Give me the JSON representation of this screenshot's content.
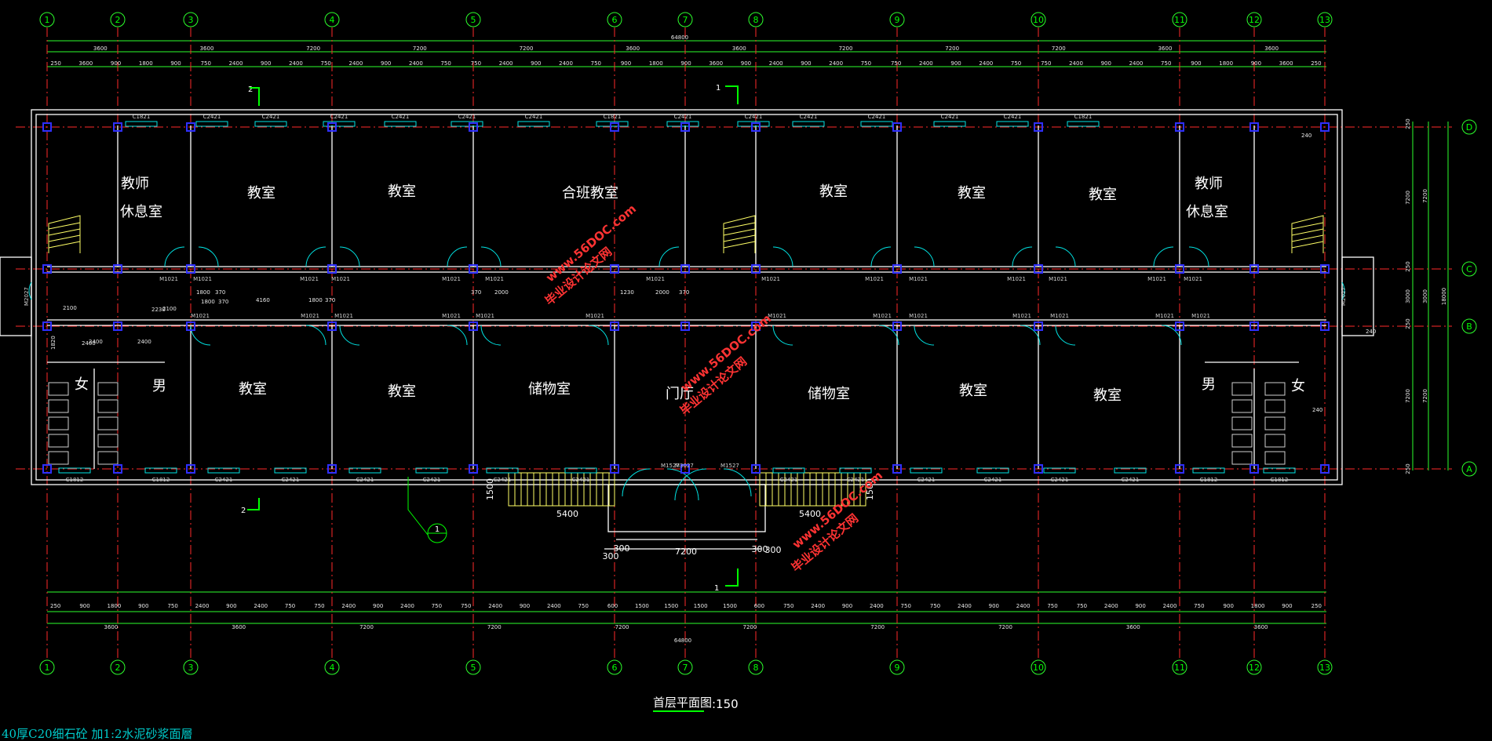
{
  "title": "首层平面图",
  "scale_label": ":150",
  "note": "40厚C20细石砼 加1:2水泥砂浆面層",
  "axes_x": [
    "1",
    "2",
    "3",
    "4",
    "5",
    "6",
    "7",
    "8",
    "9",
    "10",
    "11",
    "12",
    "13"
  ],
  "axes_y": [
    "D",
    "C",
    "B",
    "A"
  ],
  "overall_dim": "64800",
  "dims_top_row1": [
    "3600",
    "3600",
    "7200",
    "7200",
    "7200",
    "3600",
    "3600",
    "7200",
    "7200",
    "7200",
    "3600",
    "3600"
  ],
  "dims_top_row2": [
    "250",
    "3600",
    "900",
    "1800",
    "900",
    "750",
    "2400",
    "900",
    "2400",
    "750",
    "2400",
    "900",
    "2400",
    "750",
    "750",
    "2400",
    "900",
    "2400",
    "750",
    "900",
    "1800",
    "900",
    "3600",
    "900",
    "2400",
    "900",
    "2400",
    "750",
    "750",
    "2400",
    "900",
    "2400",
    "750",
    "750",
    "2400",
    "900",
    "2400",
    "750",
    "900",
    "1800",
    "900",
    "3600",
    "250"
  ],
  "dims_bottom_row1": [
    "3600",
    "3600",
    "7200",
    "7200",
    "7200",
    "7200",
    "7200",
    "7200",
    "3600",
    "3600"
  ],
  "dims_bottom_row2": [
    "250",
    "900",
    "1800",
    "900",
    "750",
    "2400",
    "900",
    "2400",
    "750",
    "750",
    "2400",
    "900",
    "2400",
    "750",
    "750",
    "2400",
    "900",
    "2400",
    "750",
    "600",
    "1500",
    "1500",
    "1500",
    "1500",
    "600",
    "750",
    "2400",
    "900",
    "2400",
    "750",
    "750",
    "2400",
    "900",
    "2400",
    "750",
    "750",
    "2400",
    "900",
    "2400",
    "750",
    "900",
    "1800",
    "900",
    "250"
  ],
  "dims_right": [
    "250",
    "7200",
    "250",
    "3000",
    "250",
    "7200",
    "250"
  ],
  "dims_right_totals": [
    "7200",
    "3000",
    "7200",
    "18000"
  ],
  "rooms_upper": [
    {
      "l1": "教师",
      "l2": "休息室"
    },
    {
      "l1": "教室"
    },
    {
      "l1": "教室"
    },
    {
      "l1": "合班教室"
    },
    {
      "l1": "教室"
    },
    {
      "l1": "教室"
    },
    {
      "l1": "教室"
    },
    {
      "l1": "教师",
      "l2": "休息室"
    }
  ],
  "rooms_lower": [
    "教室",
    "教室",
    "储物室",
    "门厅",
    "储物室",
    "教室",
    "教室"
  ],
  "toilets": {
    "left_female": "女",
    "left_male": "男",
    "right_male": "男",
    "right_female": "女"
  },
  "windows_top": [
    "C1821",
    "C2421",
    "C2421",
    "C2421",
    "C2421",
    "C2421",
    "C2421",
    "C1821",
    "C2421",
    "C2421",
    "C2421",
    "C2421",
    "C2421",
    "C2421",
    "C1821"
  ],
  "windows_bottom": [
    "C1812",
    "C1812",
    "C2421",
    "C2421",
    "C2421",
    "C2421",
    "C2421",
    "C2421",
    "C2421",
    "C2421",
    "C2421",
    "C2421",
    "C2421",
    "C2421",
    "C1812",
    "C1812"
  ],
  "doors_corridor_top": [
    "M1021",
    "M1021",
    "M1021",
    "M1021",
    "M1021",
    "M1021",
    "M1021",
    "M1021",
    "M1021",
    "M1021",
    "M1021",
    "M1021",
    "M1021",
    "M1021"
  ],
  "doors_corridor_bottom": [
    "M1021",
    "M1021",
    "M1021",
    "M1021",
    "M1021",
    "M1021",
    "M1021",
    "M1021",
    "M1021",
    "M1021",
    "M1021",
    "M1021",
    "M1021"
  ],
  "doors_entrance": [
    "M1527",
    "M3027",
    "M1527"
  ],
  "doors_side": [
    "M2027",
    "M2027"
  ],
  "corridor_dims": [
    "2230",
    "1800",
    "370",
    "2400",
    "1800",
    "370",
    "4160",
    "1800",
    "370",
    "370",
    "2000",
    "1230",
    "2000",
    "370",
    "2100",
    "2400",
    "2400",
    "1820",
    "2100"
  ],
  "steps": {
    "left_len": "5400",
    "right_len": "5400",
    "depth": "1500",
    "platform": "7200",
    "edge_left": "300",
    "edge_right": "300",
    "inner_left": "300",
    "inner_right": "300",
    "ramp": "1500"
  },
  "section_marks": [
    "1",
    "1",
    "2",
    "2"
  ],
  "detail_mark": "1",
  "small_dims": [
    "240",
    "240",
    "240"
  ],
  "watermark_text": [
    "毕业设计论文网",
    "www.56DOC.com"
  ],
  "colors": {
    "background": "#000000",
    "axis": "#ff2a2a",
    "dim": "#2cff2c",
    "wall": "#ffffff",
    "window": "#00e5e5",
    "column": "#2f2fff",
    "stair": "#ffff66",
    "title_underline": "#00ff00",
    "watermark": "#ff3333"
  }
}
